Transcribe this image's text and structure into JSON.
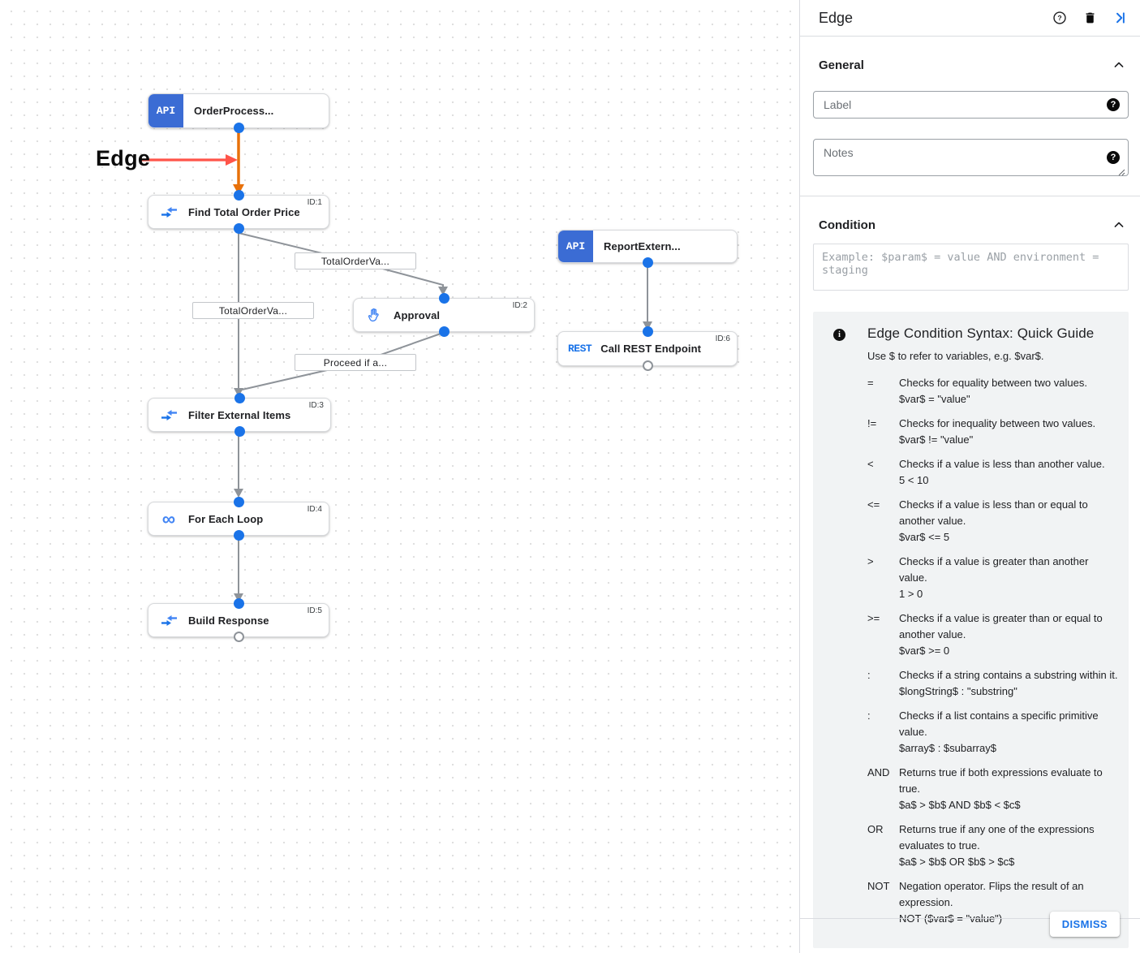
{
  "canvas": {
    "annotation_label": "Edge",
    "nodes": [
      {
        "title": "OrderProcess...",
        "badge": "API"
      },
      {
        "title": "Find Total Order Price",
        "node_id": "ID:1"
      },
      {
        "title": "Approval",
        "node_id": "ID:2"
      },
      {
        "title": "Filter External Items",
        "node_id": "ID:3"
      },
      {
        "title": "For Each Loop",
        "node_id": "ID:4"
      },
      {
        "title": "Build Response",
        "node_id": "ID:5"
      },
      {
        "title": "ReportExtern...",
        "badge": "API"
      },
      {
        "title": "Call REST Endpoint",
        "node_id": "ID:6",
        "badge": "REST"
      }
    ],
    "loop_glyph": "∞",
    "edge_labels": [
      {
        "text": "TotalOrderVa..."
      },
      {
        "text": "TotalOrderVa..."
      },
      {
        "text": "Proceed if a..."
      }
    ]
  },
  "panel": {
    "title": "Edge",
    "general_section": "General",
    "condition_section": "Condition",
    "fields": {
      "label_placeholder": "Label",
      "notes_placeholder": "Notes",
      "condition_placeholder": "Example: $param$ = value AND environment = staging",
      "help_badge": "?"
    },
    "guide": {
      "title": "Edge Condition Syntax: Quick Guide",
      "subtitle": "Use $ to refer to variables, e.g. $var$.",
      "info_glyph": "i",
      "rows": [
        {
          "op": "=",
          "desc": "Checks for equality between two values.",
          "example": "$var$ = \"value\""
        },
        {
          "op": "!=",
          "desc": "Checks for inequality between two values.",
          "example": "$var$ != \"value\""
        },
        {
          "op": "<",
          "desc": "Checks if a value is less than another value.",
          "example": "5 < 10"
        },
        {
          "op": "<=",
          "desc": "Checks if a value is less than or equal to another value.",
          "example": "$var$ <= 5"
        },
        {
          "op": ">",
          "desc": "Checks if a value is greater than another value.",
          "example": "1 > 0"
        },
        {
          "op": ">=",
          "desc": "Checks if a value is greater than or equal to another value.",
          "example": "$var$ >= 0"
        },
        {
          "op": ":",
          "desc": "Checks if a string contains a substring within it.",
          "example": "$longString$ : \"substring\""
        },
        {
          "op": ":",
          "desc": "Checks if a list contains a specific primitive value.",
          "example": "$array$ : $subarray$"
        },
        {
          "op": "AND",
          "desc": "Returns true if both expressions evaluate to true.",
          "example": "$a$ > $b$ AND $b$ < $c$"
        },
        {
          "op": "OR",
          "desc": "Returns true if any one of the expressions evaluates to true.",
          "example": "$a$ > $b$ OR $b$ > $c$"
        },
        {
          "op": "NOT",
          "desc": "Negation operator. Flips the result of an expression.",
          "example": "NOT ($var$ = \"value\")"
        }
      ]
    },
    "dismiss_label": "DISMISS"
  },
  "colors": {
    "accent_blue": "#1a73e8",
    "icon_blue": "#4285f4",
    "api_badge_blue": "#3b6cd4",
    "selected_edge_orange": "#e8710a",
    "annotation_red": "#ff5449",
    "edge_gray": "#8e9399",
    "guide_bg": "#f1f3f4"
  }
}
